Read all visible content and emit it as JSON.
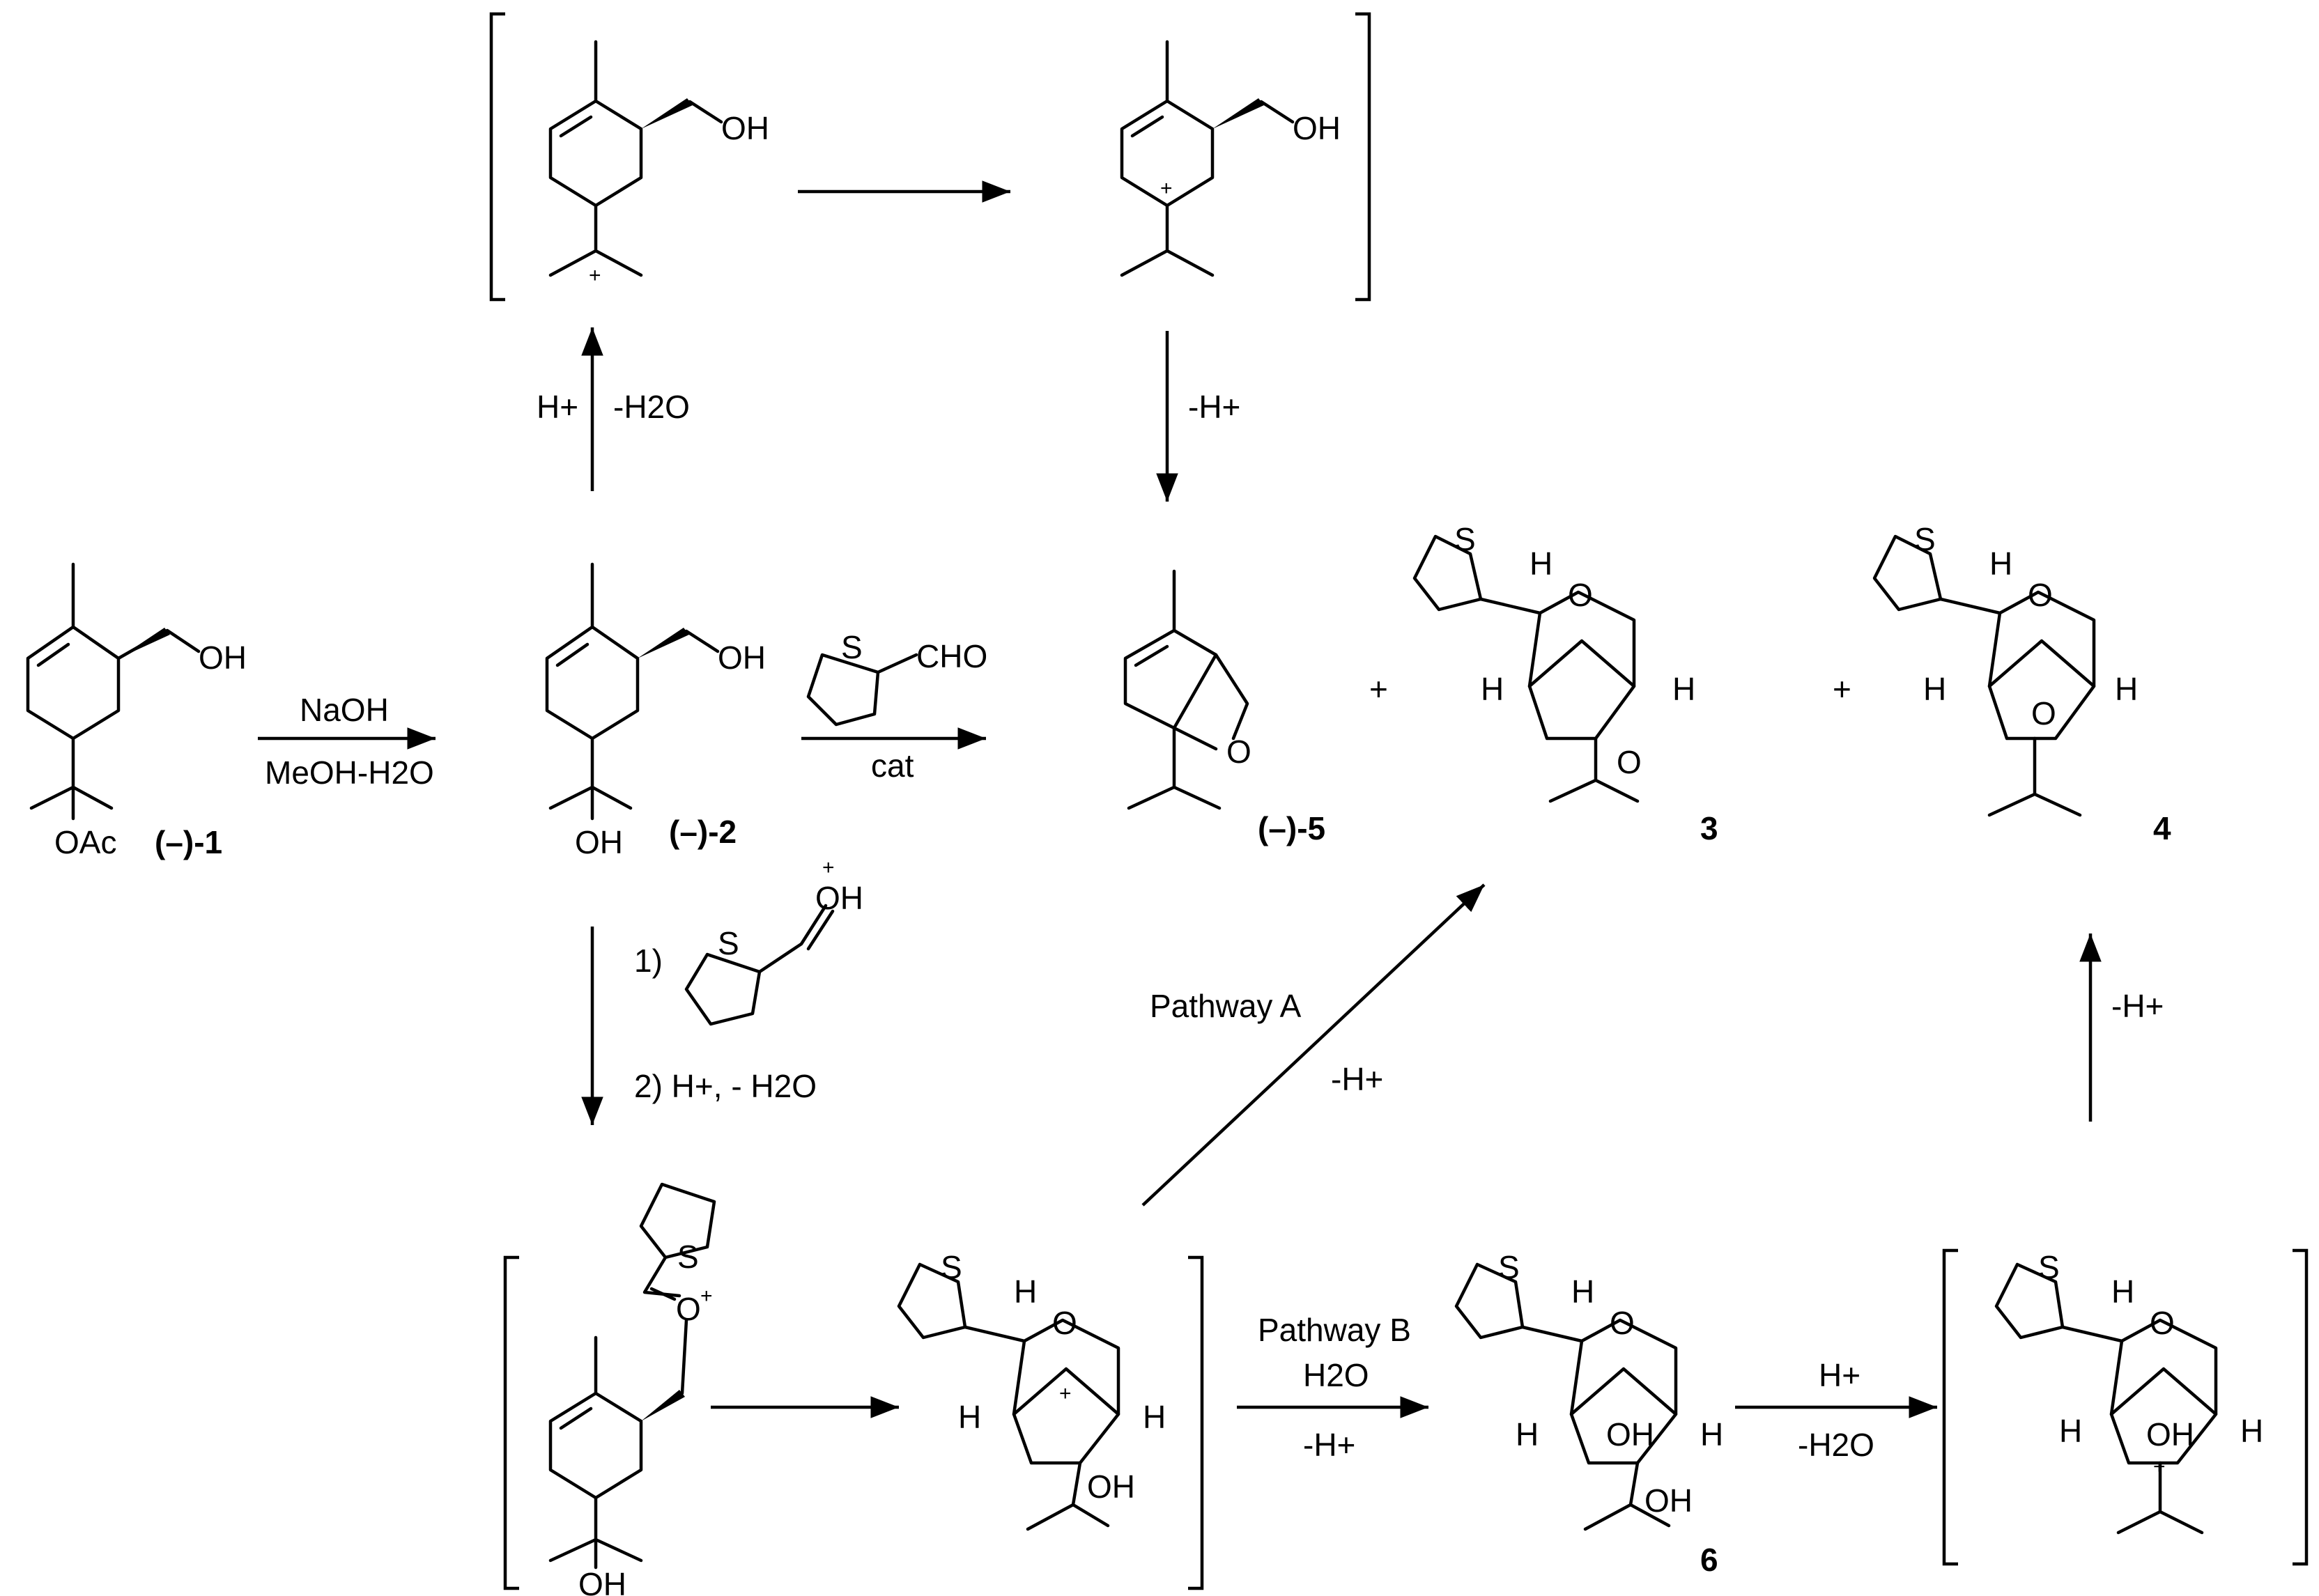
{
  "compounds": {
    "c1": "(–)-1",
    "c2": "(–)-2",
    "c5": "(–)-5",
    "c3": "3",
    "c4": "4",
    "c6": "6"
  },
  "atoms": {
    "oh": "OH",
    "oac": "OAc",
    "o": "O",
    "s": "S",
    "h": "H",
    "cho": "CHO",
    "plus": "+"
  },
  "reagents": {
    "naoh": "NaOH",
    "meoh_h2o": "MeOH-H2O",
    "cat": "cat",
    "h_plus_up": "H+",
    "minus_h2o_up": "-H2O",
    "minus_h_plus_right": "-H+",
    "step1": "1)",
    "step2": "2) H+, - H2O",
    "pathway_a": "Pathway A",
    "pathway_a_cond": "-H+",
    "pathway_b": "Pathway B",
    "pathway_b_water": "H2O",
    "pathway_b_cond": "-H+",
    "to_cation_acid": "H+",
    "to_cation_water": "-H2O",
    "to4_cond": "-H+"
  }
}
